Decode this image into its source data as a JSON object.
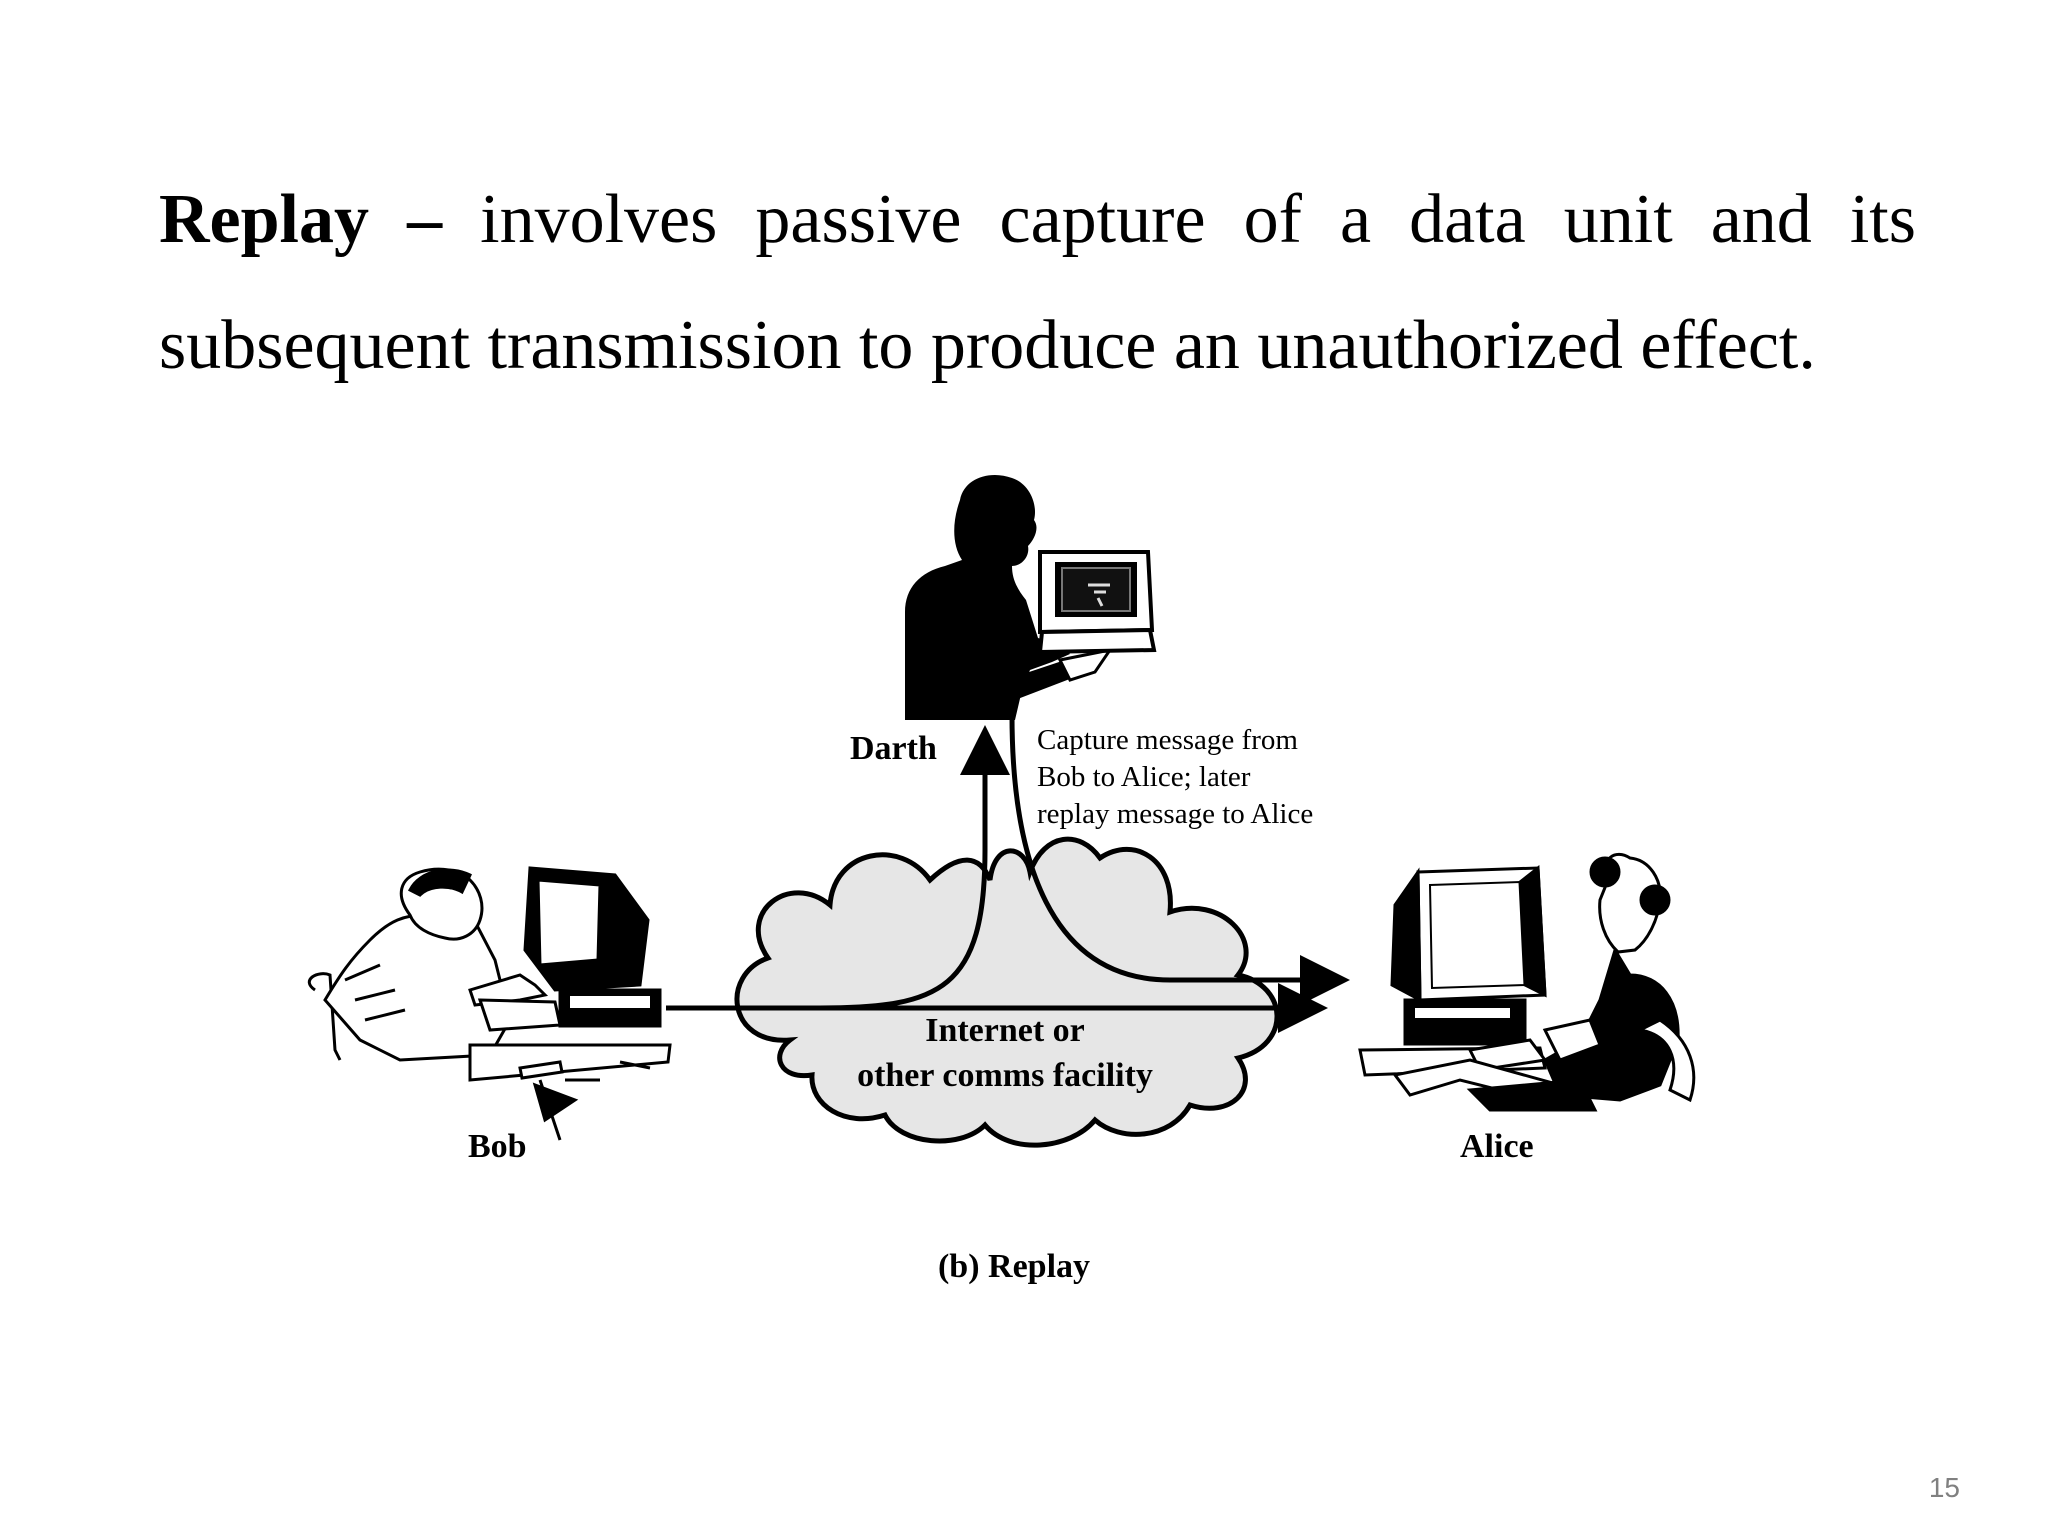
{
  "slide": {
    "term": "Replay",
    "dash": "–",
    "line1_words": [
      "involves",
      "passive",
      "capture",
      "of",
      "a",
      "data",
      "unit",
      "and",
      "its"
    ],
    "line2": "subsequent transmission to produce an unauthorized effect.",
    "page_number": "15"
  },
  "diagram": {
    "darth_label": "Darth",
    "bob_label": "Bob",
    "alice_label": "Alice",
    "note_lines": [
      "Capture message from",
      "Bob to Alice; later",
      "replay message to Alice"
    ],
    "cloud_lines": [
      "Internet or",
      "other comms facility"
    ],
    "caption": "(b) Replay",
    "colors": {
      "cloud_fill": "#e6e6e6",
      "ink": "#000000"
    }
  }
}
